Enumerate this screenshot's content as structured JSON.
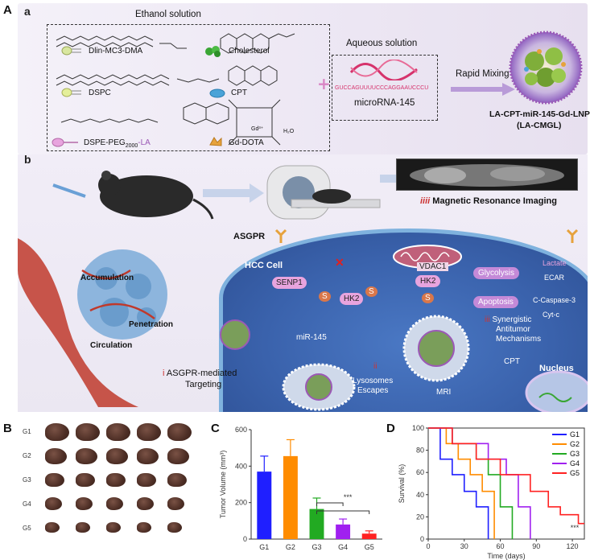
{
  "figure": {
    "panel_labels": {
      "A": "A",
      "a": "a",
      "b": "b",
      "B": "B",
      "C": "C",
      "D": "D"
    }
  },
  "panel_a": {
    "ethanol_title": "Ethanol solution",
    "aqueous_title": "Aqueous solution",
    "components": {
      "dlin": "Dlin-MC3-DMA",
      "cholesterol": "Cholesterol",
      "dspc": "DSPC",
      "cpt": "CPT",
      "peg_prefix": "DSPE-PEG",
      "peg_sub": "2000",
      "peg_suffix": "-LA",
      "gd": "Gd-DOTA",
      "gd_symbol": "Gd³⁺",
      "water": "H₂O"
    },
    "sequence": "GUCCAGUUUUCCCAGGAAUCCCU",
    "mirna": "microRNA-145",
    "rapid_mixing": "Rapid Mixing",
    "product_name": "LA-CPT-miR-145-Gd-LNP",
    "product_abbr": "(LA-CMGL)",
    "colors": {
      "peg": "#9b59b6",
      "rna": "#d6336c",
      "cholesterol": "#3aa635",
      "cpt": "#4aa3d8",
      "gd": "#e6a23c"
    }
  },
  "panel_b": {
    "mri_label": "Magnetic Resonance Imaging",
    "mri_numeral": "iiii",
    "asgpr": "ASGPR",
    "hcc_cell": "HCC Cell",
    "accumulation": "Accumulation",
    "penetration": "Penetration",
    "circulation": "Circulation",
    "targeting_numeral": "i",
    "targeting_line1": "ASGPR-mediated",
    "targeting_line2": "Targeting",
    "lysosome_numeral": "ii",
    "lysosome_line1": "Lysosomes",
    "lysosome_line2": "Escapes",
    "synergy_numeral": "iii",
    "synergy_line1": "Synergistic",
    "synergy_line2": "Antitumor",
    "synergy_line3": "Mechanisms",
    "senp1": "SENP1",
    "vdac1": "VDAC1",
    "hk2_main": "HK2",
    "hk2_sumo": "HK2",
    "s_tag": "S",
    "cross_mark": "✕",
    "mir145": "miR-145",
    "glycolysis": "Glycolysis",
    "lactate": "Lactate",
    "ecar": "ECAR",
    "apoptosis": "Apoptosis",
    "caspase": "C-Caspase-3",
    "cytc": "Cyt-c",
    "cpt": "CPT",
    "nucleus": "Nucleus",
    "mri_small": "MRI"
  },
  "panel_B": {
    "groups": [
      "G1",
      "G2",
      "G3",
      "G4",
      "G5"
    ],
    "tumors_per_group": [
      5,
      5,
      5,
      5,
      5
    ]
  },
  "chart_data": [
    {
      "type": "bar",
      "title": "",
      "categories": [
        "G1",
        "G2",
        "G3",
        "G4",
        "G5"
      ],
      "values": [
        370,
        455,
        165,
        80,
        30
      ],
      "errors": [
        85,
        90,
        60,
        30,
        15
      ],
      "colors": [
        "#1f1fff",
        "#ff8c00",
        "#22aa22",
        "#a020f0",
        "#ff2222"
      ],
      "ylabel": "Tumor Volume (mm³)",
      "xlabel": "",
      "ylim": [
        0,
        600
      ],
      "yticks": [
        0,
        200,
        400,
        600
      ],
      "significance": {
        "label": "***",
        "pairs": [
          [
            "G3",
            "G4"
          ],
          [
            "G3",
            "G5"
          ]
        ]
      }
    },
    {
      "type": "line",
      "subtype": "kaplan-meier",
      "title": "",
      "xlabel": "Time (days)",
      "ylabel": "Survival (%)",
      "xlim": [
        0,
        130
      ],
      "ylim": [
        0,
        100
      ],
      "xticks": [
        0,
        30,
        60,
        90,
        120
      ],
      "yticks": [
        0,
        20,
        40,
        60,
        80,
        100
      ],
      "legend_position": "top-right",
      "significance": "***",
      "series": [
        {
          "name": "G1",
          "color": "#1f1fff",
          "x": [
            0,
            10,
            10,
            20,
            20,
            30,
            30,
            40,
            40,
            50,
            50
          ],
          "y": [
            100,
            100,
            72,
            72,
            58,
            58,
            43,
            43,
            29,
            29,
            0
          ]
        },
        {
          "name": "G2",
          "color": "#ff8c00",
          "x": [
            0,
            15,
            15,
            25,
            25,
            35,
            35,
            45,
            45,
            55,
            55
          ],
          "y": [
            100,
            100,
            86,
            86,
            72,
            72,
            58,
            58,
            43,
            43,
            0
          ]
        },
        {
          "name": "G3",
          "color": "#22aa22",
          "x": [
            0,
            20,
            20,
            40,
            40,
            50,
            50,
            60,
            60,
            70,
            70
          ],
          "y": [
            100,
            100,
            86,
            86,
            72,
            72,
            58,
            58,
            29,
            29,
            0
          ]
        },
        {
          "name": "G4",
          "color": "#a020f0",
          "x": [
            0,
            20,
            20,
            50,
            50,
            65,
            65,
            75,
            75,
            85,
            85
          ],
          "y": [
            100,
            100,
            86,
            86,
            72,
            72,
            58,
            58,
            29,
            29,
            0
          ]
        },
        {
          "name": "G5",
          "color": "#ff2222",
          "x": [
            0,
            20,
            20,
            40,
            40,
            60,
            60,
            85,
            85,
            100,
            100,
            110,
            110,
            125,
            125,
            130
          ],
          "y": [
            100,
            100,
            86,
            86,
            72,
            72,
            58,
            58,
            43,
            43,
            29,
            29,
            22,
            22,
            14,
            14
          ]
        }
      ]
    }
  ]
}
